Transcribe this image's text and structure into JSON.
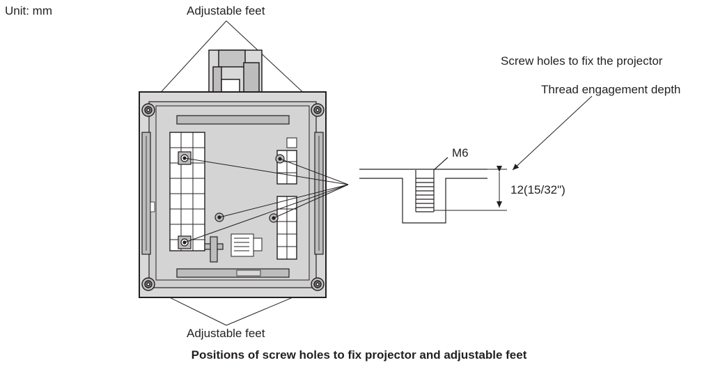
{
  "unit_label": "Unit: mm",
  "feet_label_top": "Adjustable feet",
  "feet_label_bottom": "Adjustable feet",
  "screw_holes_label": "Screw holes to fix the projector",
  "thread_depth_label": "Thread engagement depth",
  "screw_size_label": "M6",
  "depth_dimension_label": "12(15/32\")",
  "figure_title": "Positions of screw holes to fix projector and adjustable feet",
  "colors": {
    "line": "#231f20",
    "body_fill": "#d9d9d9",
    "inner_fill": "#ffffff"
  }
}
